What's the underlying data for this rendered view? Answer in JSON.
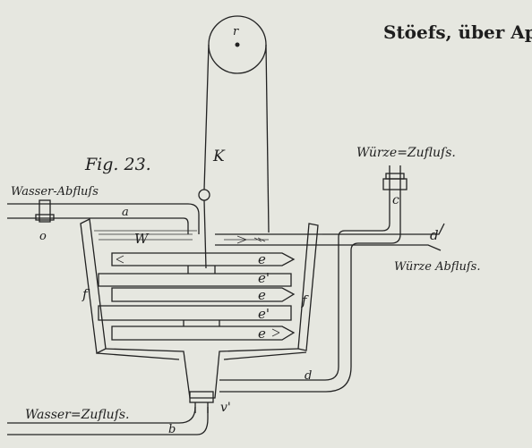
{
  "header": {
    "running_title": "Stöefs, über Ap"
  },
  "figure": {
    "label": "Fig. 23.",
    "labels": {
      "wasser_abfluss": "Wasser-Abfluſs",
      "wasser_zufluss": "Wasser=Zufluſs.",
      "wuerze_zufluss": "Würze=Zufluſs.",
      "wuerze_abfluss": "Würze Abfluſs.",
      "a": "a",
      "b": "b",
      "c": "c",
      "d_top": "d",
      "d_bottom": "d",
      "e1": "e",
      "e2": "e'",
      "e3": "e",
      "e4": "e'",
      "e5": "e",
      "f_left": "f'",
      "f_right": "f",
      "K": "K",
      "r": "r",
      "o": "o",
      "v": "v'",
      "W": "W"
    }
  }
}
